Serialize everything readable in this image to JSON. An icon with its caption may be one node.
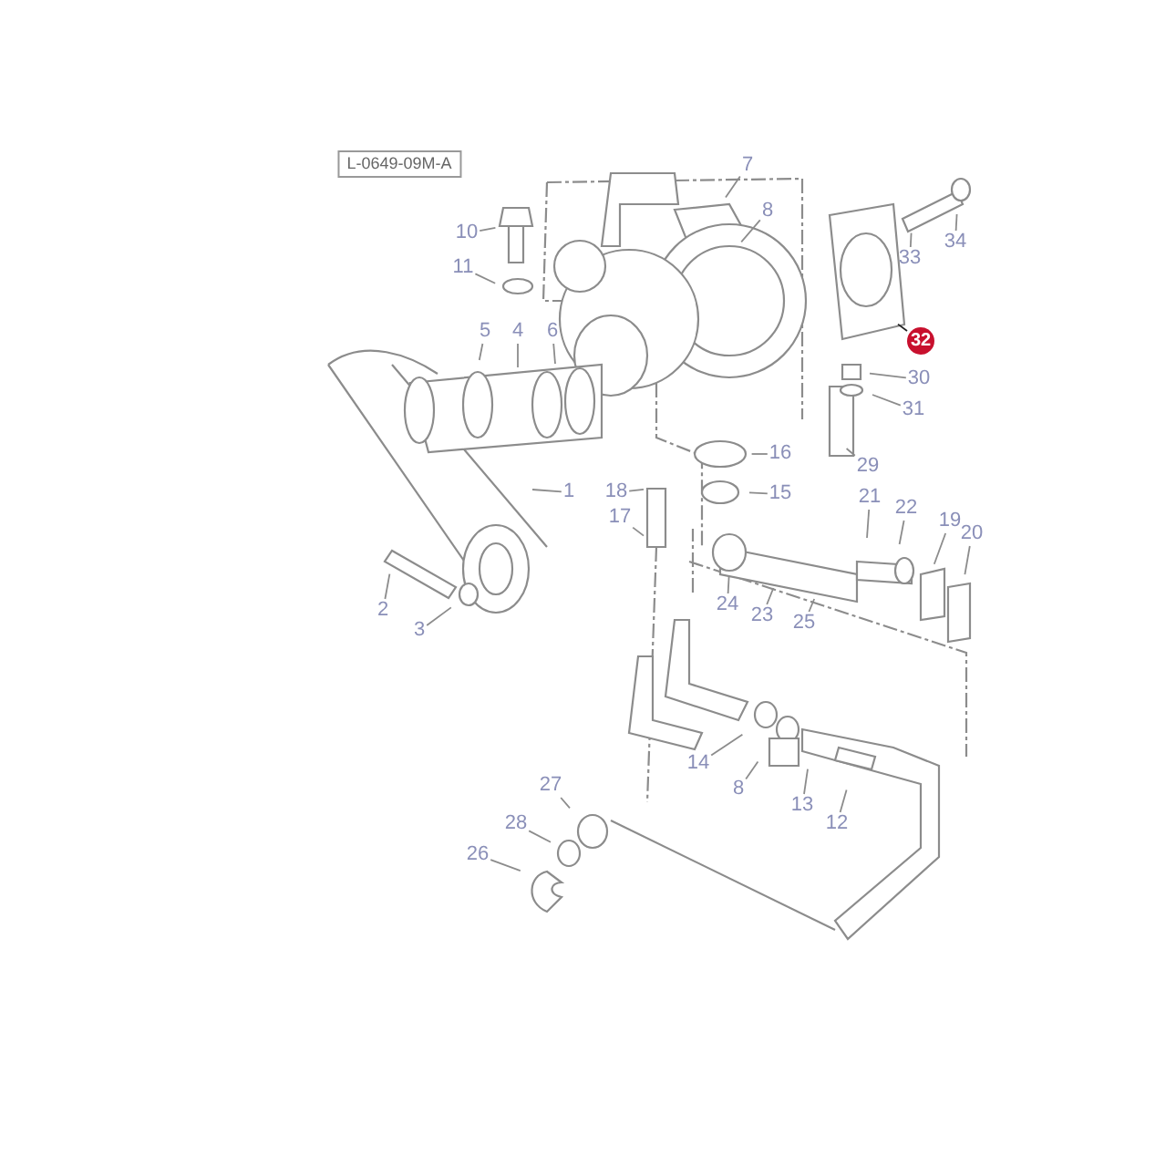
{
  "diagram": {
    "nodes": [
      {
        "text": [
          "L-0649-09M-A"
        ]
      },
      {
        "text": [
          "7"
        ]
      },
      {
        "text": [
          "8"
        ]
      },
      {
        "text": [
          "10"
        ]
      },
      {
        "text": [
          "34"
        ]
      },
      {
        "text": [
          "33"
        ]
      },
      {
        "text": [
          "11"
        ]
      },
      {
        "text": [
          "5"
        ]
      },
      {
        "text": [
          "4"
        ]
      },
      {
        "text": [
          "6"
        ]
      },
      {
        "text": [
          "32"
        ]
      },
      {
        "text": [
          "30"
        ]
      },
      {
        "text": [
          "31"
        ]
      },
      {
        "text": [
          "29"
        ]
      },
      {
        "text": [
          "16"
        ]
      },
      {
        "text": [
          "1"
        ]
      },
      {
        "text": [
          "18"
        ]
      },
      {
        "text": [
          "15"
        ]
      },
      {
        "text": [
          "21"
        ]
      },
      {
        "text": [
          "22"
        ]
      },
      {
        "text": [
          "17"
        ]
      },
      {
        "text": [
          "19"
        ]
      },
      {
        "text": [
          "20"
        ]
      },
      {
        "text": [
          "24"
        ]
      },
      {
        "text": [
          "2"
        ]
      },
      {
        "text": [
          "23"
        ]
      },
      {
        "text": [
          "25"
        ]
      },
      {
        "text": [
          "3"
        ]
      },
      {
        "text": [
          "14"
        ]
      },
      {
        "text": [
          "8"
        ]
      },
      {
        "text": [
          "13"
        ]
      },
      {
        "text": [
          "27"
        ]
      },
      {
        "text": [
          "12"
        ]
      },
      {
        "text": [
          "28"
        ]
      },
      {
        "text": [
          "26"
        ]
      }
    ],
    "edges": [
      {
        "from": 1,
        "to": null,
        "arrow": "none"
      },
      {
        "from": 2,
        "to": null,
        "arrow": "none"
      },
      {
        "from": 3,
        "to": null,
        "arrow": "none"
      },
      {
        "from": 4,
        "to": null,
        "arrow": "none"
      },
      {
        "from": 5,
        "to": null,
        "arrow": "none"
      },
      {
        "from": 6,
        "to": null,
        "arrow": "none"
      },
      {
        "from": 7,
        "to": null,
        "arrow": "none"
      },
      {
        "from": 8,
        "to": null,
        "arrow": "none"
      },
      {
        "from": 9,
        "to": null,
        "arrow": "none"
      },
      {
        "from": 10,
        "to": null,
        "arrow": "none",
        "color": "#222222"
      },
      {
        "from": 11,
        "to": null,
        "arrow": "none"
      },
      {
        "from": 12,
        "to": null,
        "arrow": "none"
      },
      {
        "from": 13,
        "to": null,
        "arrow": "none"
      },
      {
        "from": 14,
        "to": null,
        "arrow": "none"
      },
      {
        "from": 15,
        "to": null,
        "arrow": "none"
      },
      {
        "from": 16,
        "to": null,
        "arrow": "none"
      },
      {
        "from": 17,
        "to": null,
        "arrow": "none"
      },
      {
        "from": 18,
        "to": null,
        "arrow": "none"
      },
      {
        "from": 19,
        "to": null,
        "arrow": "none"
      },
      {
        "from": 20,
        "to": null,
        "arrow": "none"
      },
      {
        "from": 21,
        "to": null,
        "arrow": "none"
      },
      {
        "from": 22,
        "to": null,
        "arrow": "none"
      },
      {
        "from": 23,
        "to": null,
        "arrow": "none"
      },
      {
        "from": 24,
        "to": null,
        "arrow": "none"
      },
      {
        "from": 25,
        "to": null,
        "arrow": "none"
      },
      {
        "from": 26,
        "to": null,
        "arrow": "none"
      },
      {
        "from": 27,
        "to": null,
        "arrow": "none"
      },
      {
        "from": 28,
        "to": null,
        "arrow": "none"
      },
      {
        "from": 29,
        "to": null,
        "arrow": "none"
      },
      {
        "from": 30,
        "to": null,
        "arrow": "none"
      },
      {
        "from": 31,
        "to": null,
        "arrow": "none"
      },
      {
        "from": 32,
        "to": null,
        "arrow": "none"
      },
      {
        "from": 33,
        "to": null,
        "arrow": "none"
      },
      {
        "from": 34,
        "to": null,
        "arrow": "none"
      }
    ]
  }
}
